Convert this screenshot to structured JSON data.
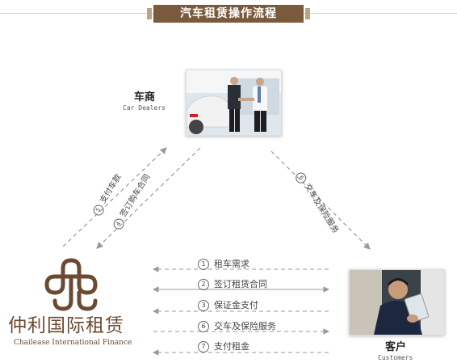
{
  "header": {
    "title": "汽车租赁操作流程"
  },
  "dealer": {
    "name_cn": "车商",
    "name_en": "Car Dealers"
  },
  "customer": {
    "name_cn": "客户",
    "name_en": "Customers"
  },
  "brand": {
    "name_cn": "仲利国际租赁",
    "name_en": "Chailease International Finance"
  },
  "flows_horizontal": [
    {
      "num": "1",
      "text": "租车需求"
    },
    {
      "num": "2",
      "text": "签订租赁合同"
    },
    {
      "num": "3",
      "text": "保证金支付"
    },
    {
      "num": "6",
      "text": "交车及保险服务"
    },
    {
      "num": "7",
      "text": "支付租金"
    }
  ],
  "flows_diagonal": {
    "left_outer": {
      "num": "5",
      "text": "支付车款"
    },
    "left_inner": {
      "num": "4",
      "text": "签订购车合同"
    },
    "right": {
      "num": "6",
      "text": "交车及保险服务"
    }
  },
  "colors": {
    "brand": "#6b4a33",
    "banner": "#7a5a3d",
    "arrow": "#9a9a9a"
  }
}
